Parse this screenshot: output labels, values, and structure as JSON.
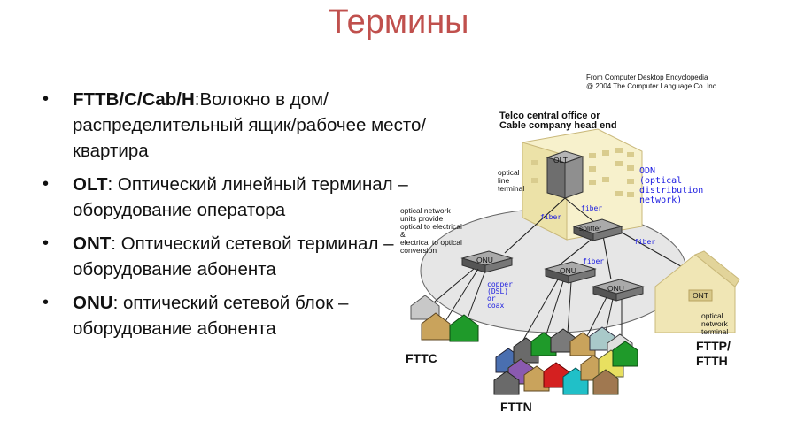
{
  "title": "Термины",
  "terms": [
    {
      "abbr": "FTTB/C/Cab/H",
      "sep": ":",
      "desc": "Волокно в дом/распределительный ящик/рабочее место/квартира"
    },
    {
      "abbr": "OLT",
      "sep": ":",
      "desc": "Оптический линейный терминал – оборудование оператора"
    },
    {
      "abbr": "ONT",
      "sep": ":",
      "desc": "Оптический сетевой терминал – оборудование абонента"
    },
    {
      "abbr": "ONU",
      "sep": ":",
      "desc": "оптический сетевой блок – оборудование абонента"
    }
  ],
  "diagram": {
    "source_line1": "From Computer Desktop Encyclopedia",
    "source_line2": "@ 2004 The Computer Language Co. Inc.",
    "central_office_line1": "Telco central office or",
    "central_office_line2": "Cable company head end",
    "olt_label": "OLT",
    "olt_caption": [
      "optical",
      "line",
      "terminal"
    ],
    "odn_label": [
      "ODN",
      "(optical",
      "distribution",
      "network)"
    ],
    "onu_caption": [
      "optical network",
      "units provide",
      "optical to electrical",
      "&",
      "electrical to optical",
      "conversion"
    ],
    "splitter_label": "splitter",
    "fiber_label": "fiber",
    "onu_label": "ONU",
    "ont_label": "ONT",
    "copper_label": [
      "copper",
      "(DSL)",
      "or",
      "coax"
    ],
    "ont_caption": [
      "optical",
      "network",
      "terminal"
    ],
    "fttc": "FTTC",
    "fttn": "FTTN",
    "fttp_line1": "FTTP/",
    "fttp_line2": "FTTH",
    "colors": {
      "accent_title": "#c0504d",
      "network_blue": "#1a1ae0",
      "ellipse": "#e6e6e6"
    }
  }
}
